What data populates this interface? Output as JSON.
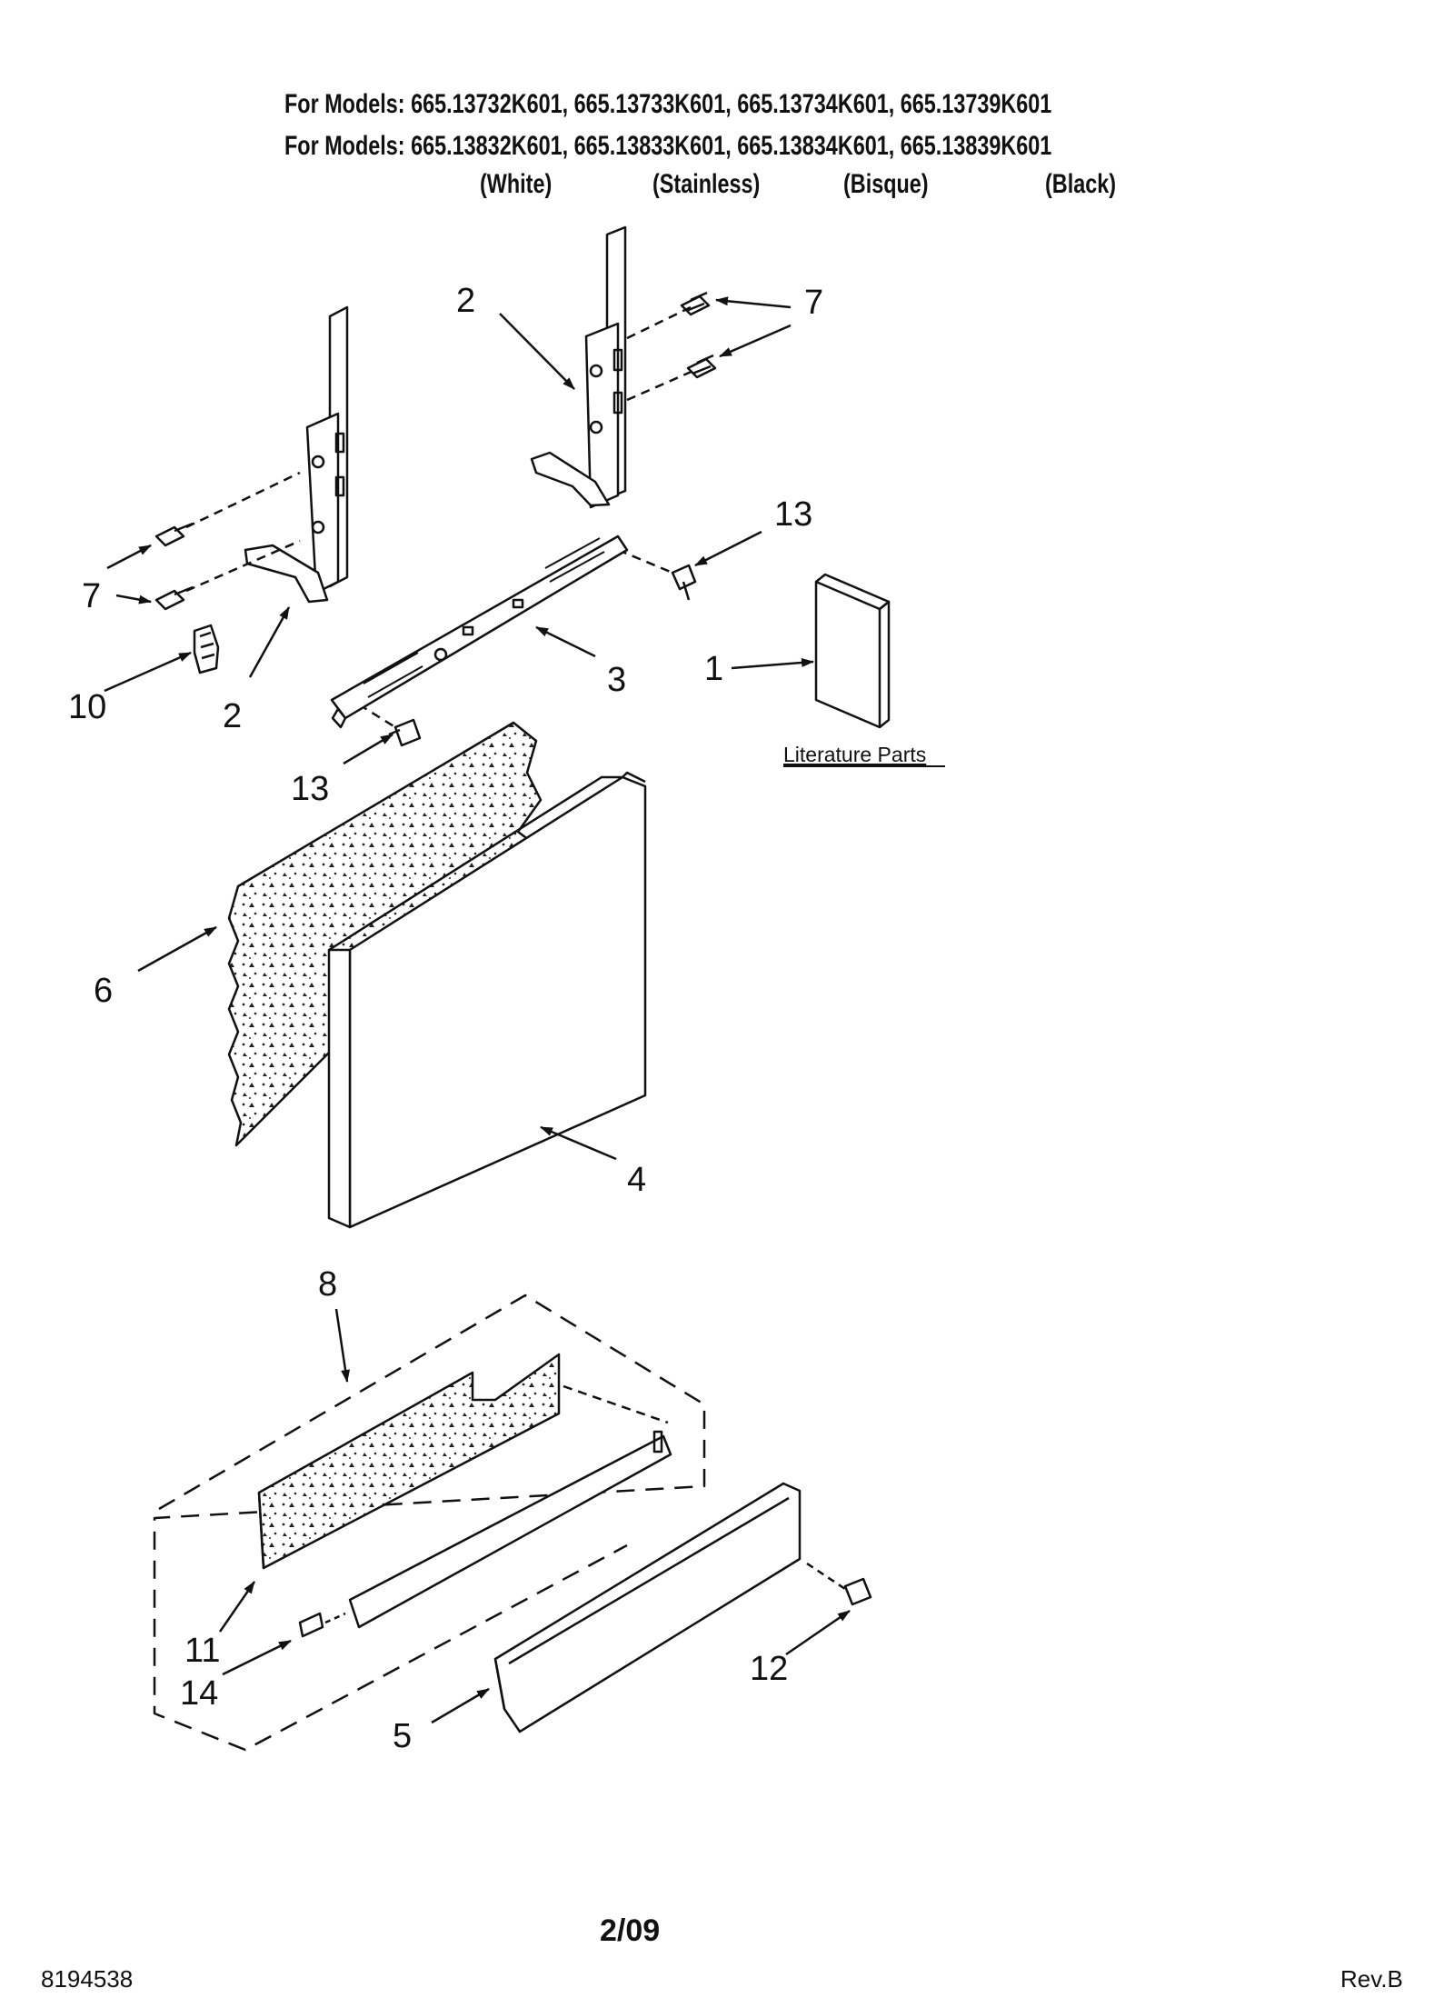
{
  "header": {
    "models_line_1": "For Models: 665.13732K601, 665.13733K601, 665.13734K601, 665.13739K601",
    "models_line_2": "For Models: 665.13832K601, 665.13833K601, 665.13834K601, 665.13839K601",
    "colors": [
      "(White)",
      "(Stainless)",
      "(Bisque)",
      "(Black)"
    ]
  },
  "callouts": {
    "c1": "1",
    "c2a": "2",
    "c2b": "2",
    "c3": "3",
    "c4": "4",
    "c5": "5",
    "c6": "6",
    "c7a": "7",
    "c7b": "7",
    "c8": "8",
    "c10": "10",
    "c11": "11",
    "c12": "12",
    "c13a": "13",
    "c13b": "13",
    "c14": "14"
  },
  "literature_label": "Literature Parts",
  "footer": {
    "date": "2/09",
    "doc_number": "8194538",
    "revision": "Rev.B"
  },
  "colors": {
    "ink": "#111111",
    "background": "#ffffff"
  }
}
